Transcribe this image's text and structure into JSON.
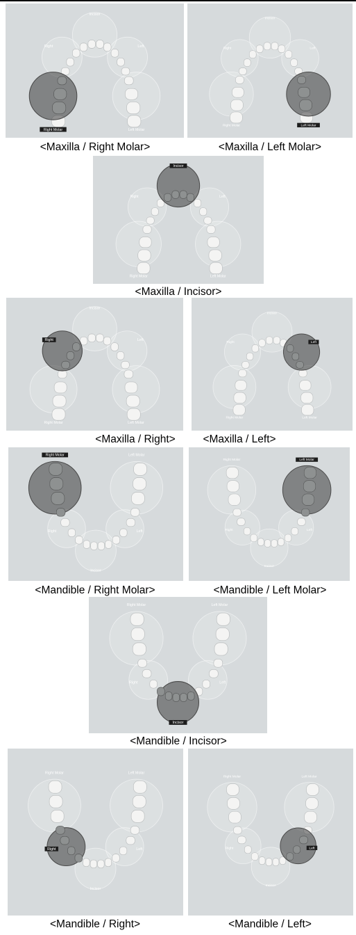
{
  "zones": {
    "incisor": "Incisor",
    "right": "Right",
    "left": "Left",
    "right_molar": "Right Molar",
    "left_molar": "Left Molar"
  },
  "panels": [
    {
      "arch": "maxilla",
      "active": "right_molar",
      "caption": "<Maxilla / Right Molar>"
    },
    {
      "arch": "maxilla",
      "active": "left_molar",
      "caption": "<Maxilla / Left Molar>"
    },
    {
      "arch": "maxilla",
      "active": "incisor",
      "caption": "<Maxilla / Incisor>"
    },
    {
      "arch": "maxilla",
      "active": "right",
      "caption": "<Maxilla / Right>"
    },
    {
      "arch": "maxilla",
      "active": "left",
      "caption": "<Maxilla / Left>"
    },
    {
      "arch": "mandible",
      "active": "right_molar",
      "caption": "<Mandible / Right Molar>"
    },
    {
      "arch": "mandible",
      "active": "left_molar",
      "caption": "<Mandible / Left Molar>"
    },
    {
      "arch": "mandible",
      "active": "incisor",
      "caption": "<Mandible / Incisor>"
    },
    {
      "arch": "mandible",
      "active": "right",
      "caption": "<Mandible / Right>"
    },
    {
      "arch": "mandible",
      "active": "left",
      "caption": "<Mandible / Left>"
    }
  ]
}
